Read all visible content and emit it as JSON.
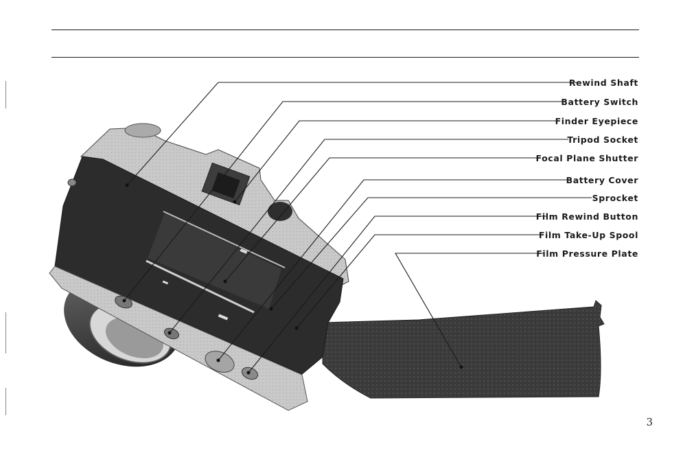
{
  "labels": [
    "Rewind Shaft",
    "Battery Switch",
    "Finder Eyepiece",
    "Tripod Socket",
    "Focal Plane Shutter",
    "Battery Cover",
    "Sprocket",
    "Film Rewind Button",
    "Film Take-Up Spool",
    "Film Pressure Plate"
  ],
  "page_number": "3",
  "colors": {
    "ink": "#1a1a1a",
    "camera_dark": "#2c2c2c",
    "camera_chrome": "#c8c8c8",
    "paper": "#ffffff"
  }
}
